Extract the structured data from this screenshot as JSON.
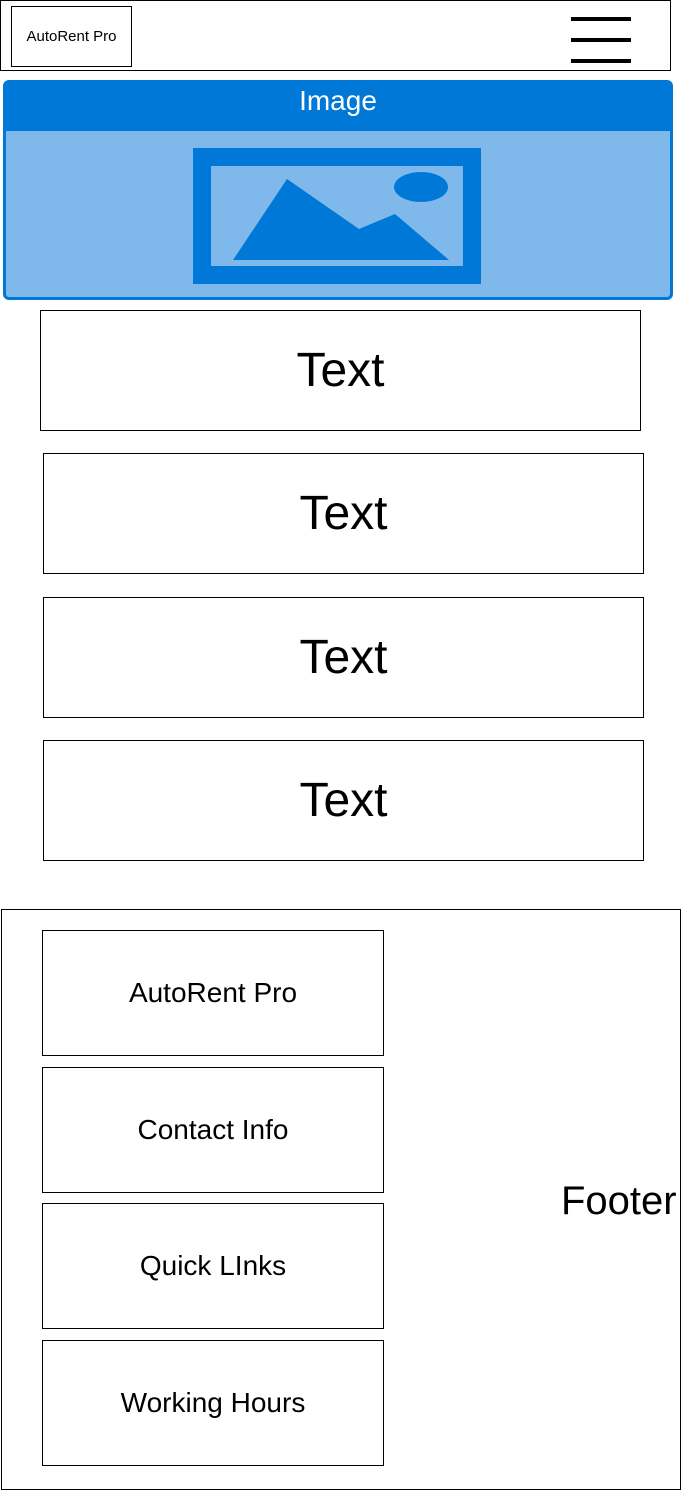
{
  "header": {
    "brand": "AutoRent Pro",
    "menu_icon": "hamburger-menu-icon"
  },
  "hero": {
    "label": "Image",
    "icon": "image-placeholder-icon",
    "colors": {
      "accent": "#0078d7",
      "fill": "#7fb9eb"
    }
  },
  "content": {
    "blocks": [
      "Text",
      "Text",
      "Text",
      "Text"
    ]
  },
  "footer": {
    "label": "Footer",
    "items": [
      "AutoRent Pro",
      "Contact Info",
      "Quick LInks",
      "Working Hours"
    ]
  }
}
